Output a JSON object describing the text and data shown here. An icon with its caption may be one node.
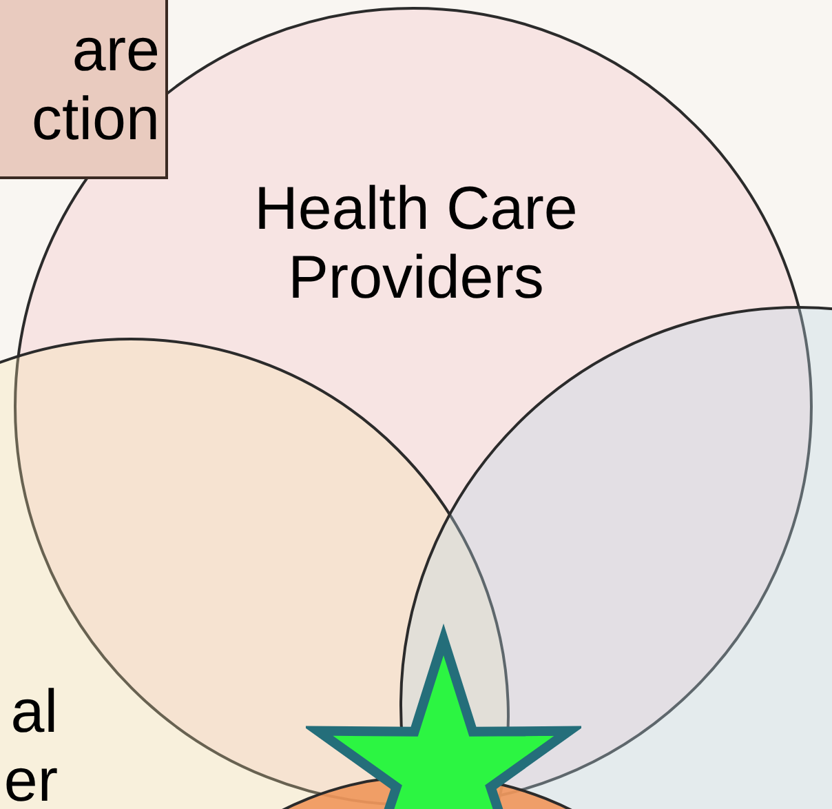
{
  "diagram": {
    "nodes": [
      {
        "text": [
          "are ction"
        ]
      },
      {
        "text": [
          "Health Care Providers"
        ]
      },
      {
        "text": [
          "al er"
        ]
      },
      {
        "text": [],
        "shape": "circle"
      },
      {
        "text": [],
        "shape": "circle"
      },
      {
        "text": [],
        "shape": "star"
      }
    ]
  }
}
